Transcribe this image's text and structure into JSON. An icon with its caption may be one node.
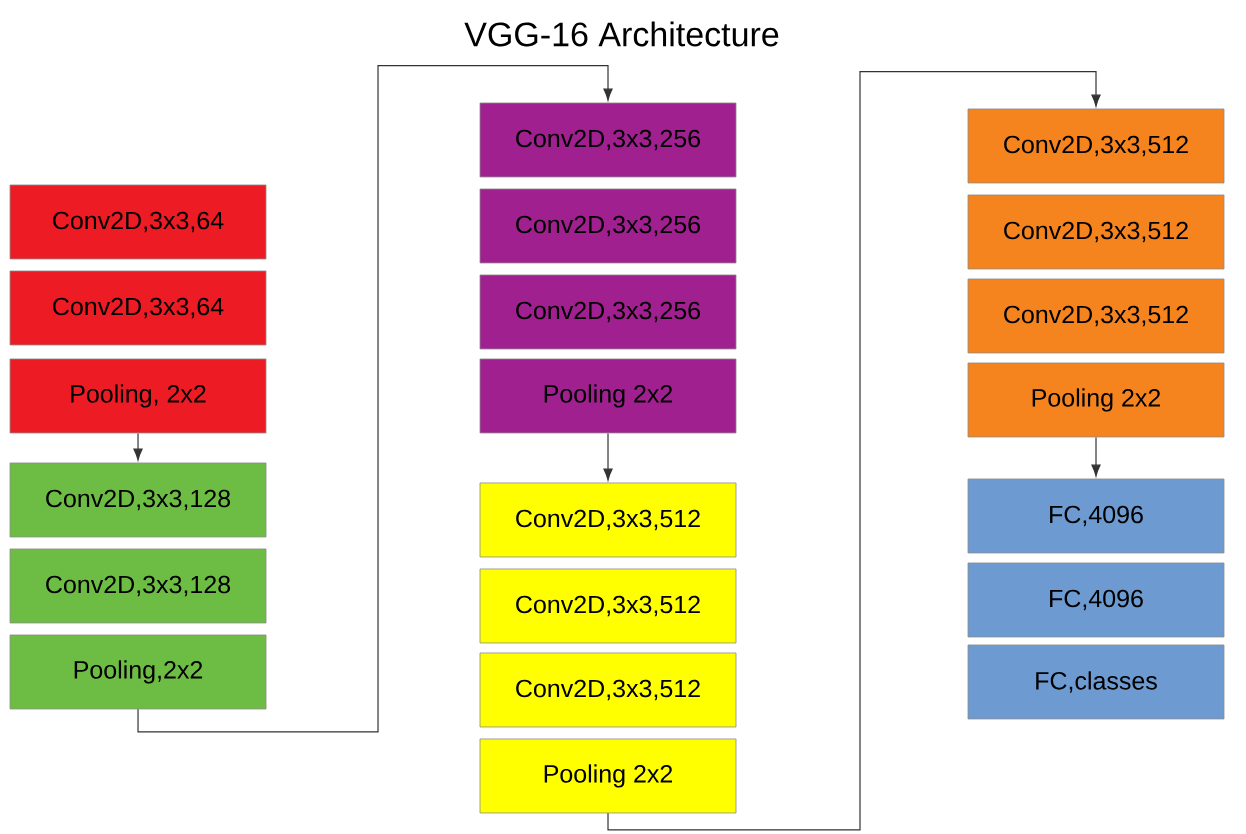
{
  "diagram": {
    "title": "VGG-16 Architecture",
    "nodes": [
      {
        "text": [
          "Conv2D,3x3,64"
        ]
      },
      {
        "text": [
          "Conv2D,3x3,64"
        ]
      },
      {
        "text": [
          "Pooling, 2x2"
        ]
      },
      {
        "text": [
          "Conv2D,3x3,128"
        ]
      },
      {
        "text": [
          "Conv2D,3x3,128"
        ]
      },
      {
        "text": [
          "Pooling,2x2"
        ]
      },
      {
        "text": [
          "Conv2D,3x3,256"
        ]
      },
      {
        "text": [
          "Conv2D,3x3,256"
        ]
      },
      {
        "text": [
          "Conv2D,3x3,256"
        ]
      },
      {
        "text": [
          "Pooling 2x2"
        ]
      },
      {
        "text": [
          "Conv2D,3x3,512"
        ]
      },
      {
        "text": [
          "Conv2D,3x3,512"
        ]
      },
      {
        "text": [
          "Conv2D,3x3,512"
        ]
      },
      {
        "text": [
          "Pooling 2x2"
        ]
      },
      {
        "text": [
          "Conv2D,3x3,512"
        ]
      },
      {
        "text": [
          "Conv2D,3x3,512"
        ]
      },
      {
        "text": [
          "Conv2D,3x3,512"
        ]
      },
      {
        "text": [
          "Pooling 2x2"
        ]
      },
      {
        "text": [
          "FC,4096"
        ]
      },
      {
        "text": [
          "FC,4096"
        ]
      },
      {
        "text": [
          "FC,classes"
        ]
      }
    ],
    "edges": [
      {
        "from": 2,
        "to": 3,
        "arrow": "to"
      },
      {
        "from": 5,
        "to": 6,
        "arrow": "to"
      },
      {
        "from": 9,
        "to": 10,
        "arrow": "to"
      },
      {
        "from": 13,
        "to": 14,
        "arrow": "to"
      },
      {
        "from": 17,
        "to": 18,
        "arrow": "to"
      }
    ]
  }
}
